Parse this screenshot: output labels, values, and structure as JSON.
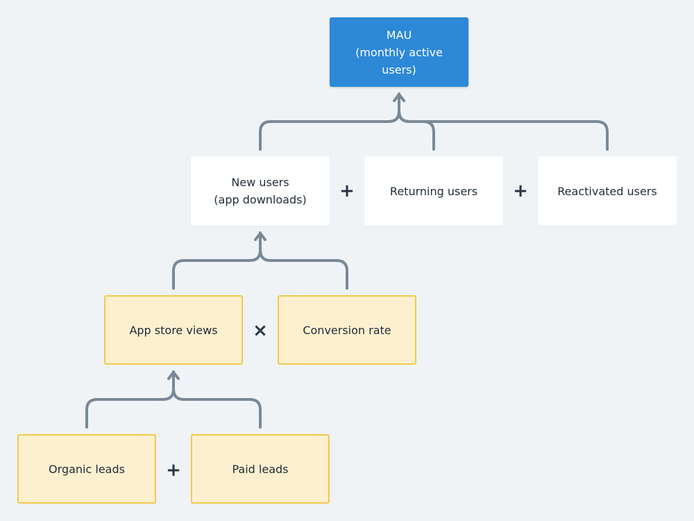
{
  "diagram": {
    "nodes": {
      "mau": "MAU\n(monthly active\nusers)",
      "new_users": "New users\n(app downloads)",
      "returning_users": "Returning users",
      "reactivated_users": "Reactivated users",
      "app_store_views": "App store views",
      "conversion_rate": "Conversion rate",
      "organic_leads": "Organic leads",
      "paid_leads": "Paid leads"
    },
    "operators": {
      "new_plus_returning": "+",
      "returning_plus_reactivated": "+",
      "views_times_conversion": "×",
      "organic_plus_paid": "+"
    },
    "colors": {
      "background": "#eff3f6",
      "primary_node": "#2d88d8",
      "white_node": "#ffffff",
      "yellow_node_fill": "#fcf0cf",
      "yellow_node_border": "#f2c94c",
      "connector": "#7a8896"
    }
  }
}
